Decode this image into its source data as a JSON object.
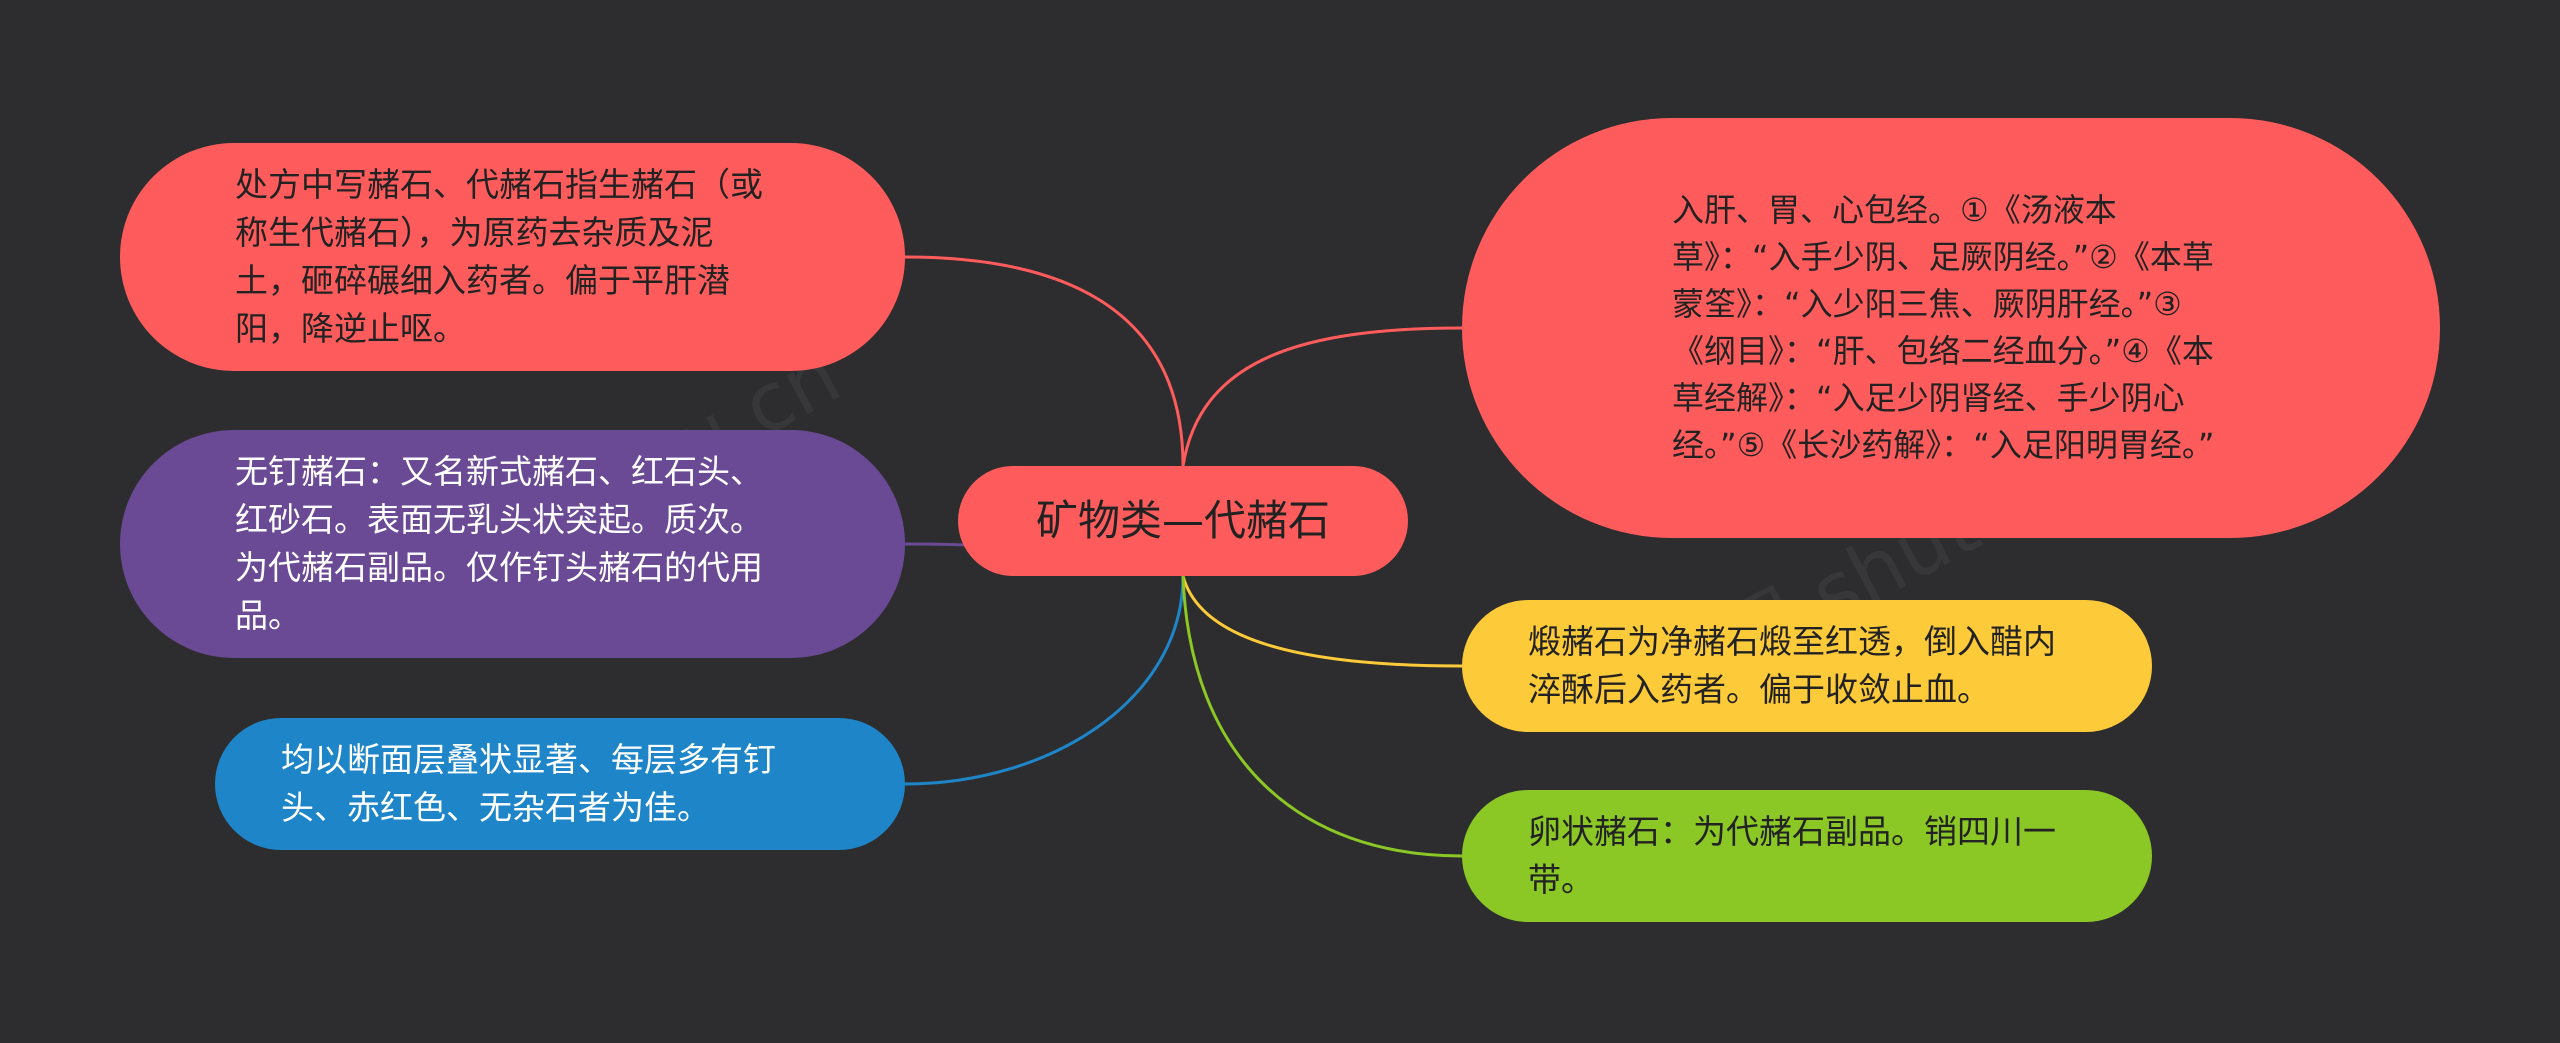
{
  "center": {
    "label": "矿物类—代赭石"
  },
  "branches": {
    "left_1": "处方中写赭石、代赭石指生赭石（或称生代赭石），为原药去杂质及泥土，砸碎碾细入药者。偏于平肝潜阳，降逆止呕。",
    "left_2": "无钉赭石：又名新式赭石、红石头、红砂石。表面无乳头状突起。质次。为代赭石副品。仅作钉头赭石的代用品。",
    "left_3": "均以断面层叠状显著、每层多有钉头、赤红色、无杂石者为佳。",
    "right_1": "入肝、胃、心包经。①《汤液本草》：“入手少阴、足厥阴经。”②《本草蒙筌》：“入少阳三焦、厥阴肝经。”③《纲目》：“肝、包络二经血分。”④《本草经解》：“入足少阴肾经、手少阴心经。”⑤《长沙药解》：“入足阳明胃经。”",
    "right_2": "煅赭石为净赭石煅至红透，倒入醋内淬酥后入药者。偏于收敛止血。",
    "right_3": "卵状赭石：为代赭石副品。销四川一带。"
  },
  "colors": {
    "background": "#2d2d2f",
    "red": "#fe5c5c",
    "purple": "#6a4a94",
    "blue": "#1e86c8",
    "yellow": "#fdca39",
    "green": "#8bc826"
  },
  "watermark": "树图 shutu.cn"
}
